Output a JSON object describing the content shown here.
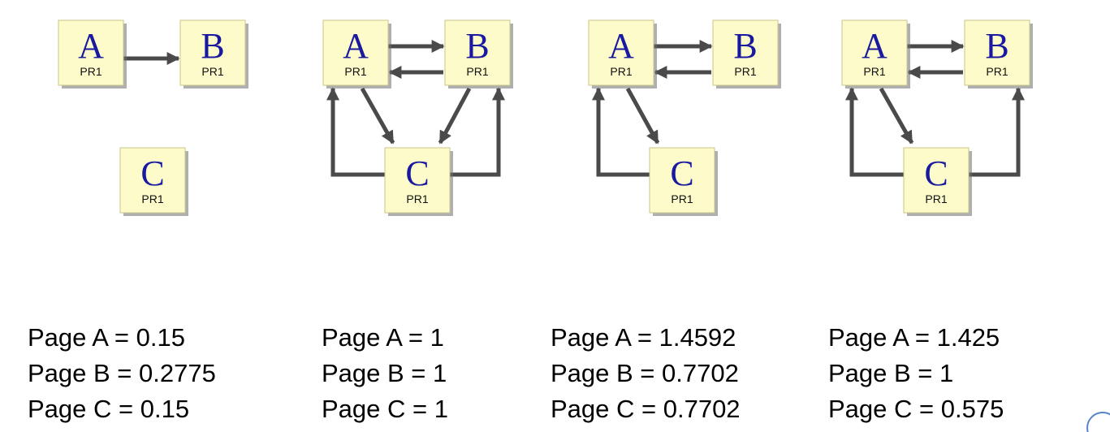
{
  "node_label": "PR1",
  "colors": {
    "node_fill": "#fdfbc9",
    "node_letter": "#1a1aa0",
    "edge": "#4a4a4a"
  },
  "panels": [
    {
      "nodes": [
        "A",
        "B",
        "C"
      ],
      "edges": [
        [
          "A",
          "B"
        ]
      ],
      "results": [
        "Page A = 0.15",
        "Page B = 0.2775",
        "Page C = 0.15"
      ]
    },
    {
      "nodes": [
        "A",
        "B",
        "C"
      ],
      "edges": [
        [
          "A",
          "B"
        ],
        [
          "B",
          "A"
        ],
        [
          "A",
          "C"
        ],
        [
          "B",
          "C"
        ],
        [
          "C",
          "A"
        ],
        [
          "C",
          "B"
        ]
      ],
      "results": [
        "Page A = 1",
        "Page B = 1",
        "Page C = 1"
      ]
    },
    {
      "nodes": [
        "A",
        "B",
        "C"
      ],
      "edges": [
        [
          "A",
          "B"
        ],
        [
          "B",
          "A"
        ],
        [
          "A",
          "C"
        ],
        [
          "C",
          "A"
        ]
      ],
      "results": [
        "Page A = 1.4592",
        "Page B = 0.7702",
        "Page C = 0.7702"
      ]
    },
    {
      "nodes": [
        "A",
        "B",
        "C"
      ],
      "edges": [
        [
          "A",
          "B"
        ],
        [
          "B",
          "A"
        ],
        [
          "A",
          "C"
        ],
        [
          "C",
          "A"
        ],
        [
          "C",
          "B"
        ]
      ],
      "results": [
        "Page A = 1.425",
        "Page B = 1",
        "Page C = 0.575"
      ]
    }
  ]
}
